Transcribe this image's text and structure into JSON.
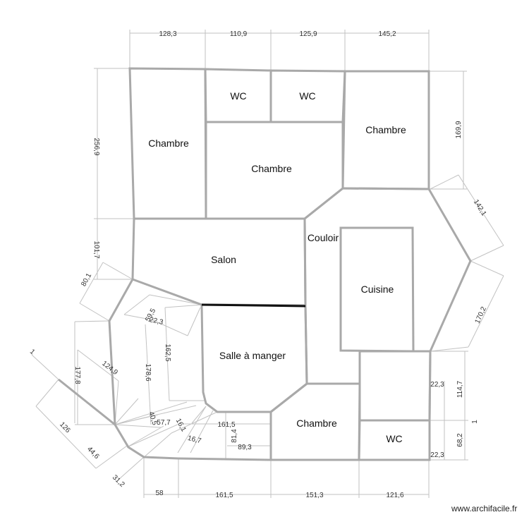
{
  "rooms": {
    "chambre_1": "Chambre",
    "wc_1": "WC",
    "wc_2": "WC",
    "chambre_2": "Chambre",
    "chambre_3": "Chambre",
    "salon": "Salon",
    "couloir": "Couloir",
    "cuisine": "Cuisine",
    "salle_a_manger": "Salle à manger",
    "chambre_4": "Chambre",
    "wc_3": "WC"
  },
  "dimensions": {
    "top_1": "128,3",
    "top_2": "110,9",
    "top_3": "125,9",
    "top_4": "145,2",
    "left_1": "256,9",
    "left_2": "101,7",
    "left_3": "80,1",
    "right_1": "169,9",
    "right_2": "142,1",
    "right_3": "170,2",
    "right_4": "114,7",
    "right_5": "68,2",
    "right_6": "1",
    "inner_1": "59,5",
    "inner_2": "22,3",
    "inner_3": "162,5",
    "inner_4": "178,6",
    "inner_5": "177,8",
    "inner_6": "124,9",
    "inner_7": "1",
    "inner_8": "126",
    "inner_9": "44,6",
    "inner_10": "31,2",
    "inner_11": "40,5",
    "inner_12": "57,7",
    "inner_13": "16,1",
    "inner_14": "16,7",
    "inner_15": "161,5",
    "inner_16": "81,4",
    "inner_17": "89,3",
    "inner_18": "22,3",
    "inner_19": "22,3",
    "bottom_1": "58",
    "bottom_2": "161,5",
    "bottom_3": "151,3",
    "bottom_4": "121,6"
  },
  "footer": {
    "credit": "www.archifacile.fr"
  }
}
